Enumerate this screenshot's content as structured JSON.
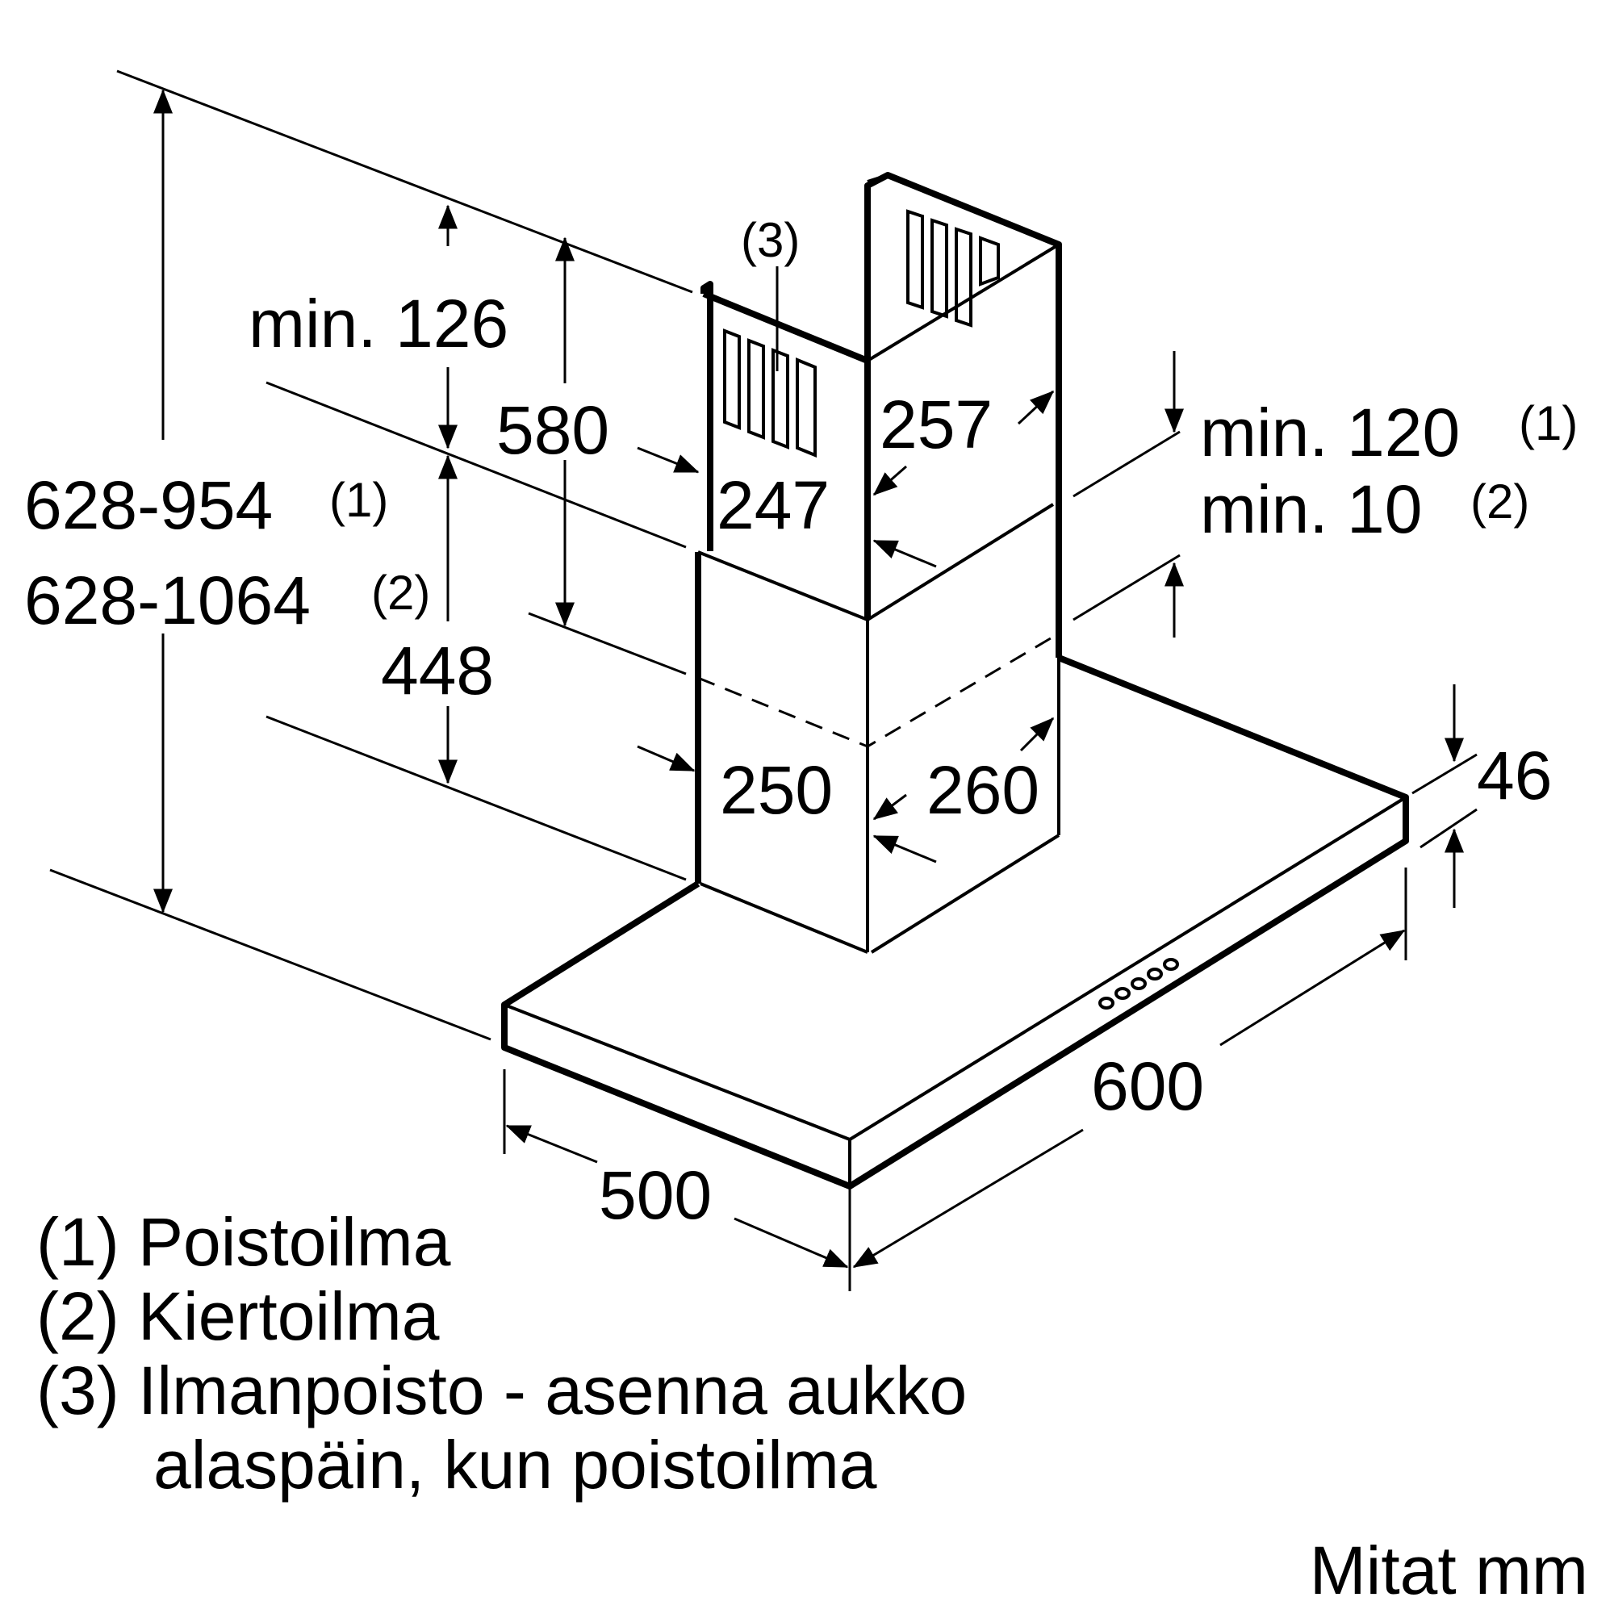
{
  "dimensions": {
    "total_height_1": "628-954",
    "total_height_1_ref": "(1)",
    "total_height_2": "628-1064",
    "total_height_2_ref": "(2)",
    "min_top": "min. 126",
    "upper_chimney": "580",
    "lower_chimney": "448",
    "upper_depth": "247",
    "upper_width": "257",
    "lower_depth": "250",
    "lower_width": "260",
    "min_120": "min. 120",
    "min_120_ref": "(1)",
    "min_10": "min. 10",
    "min_10_ref": "(2)",
    "canopy_height": "46",
    "canopy_width": "600",
    "canopy_depth": "500"
  },
  "callout_3": "(3)",
  "legend": [
    "(1) Poistoilma",
    "(2) Kiertoilma",
    "(3) Ilmanpoisto - asenna aukko",
    "alaspäin, kun poistoilma"
  ],
  "units_label": "Mitat mm"
}
